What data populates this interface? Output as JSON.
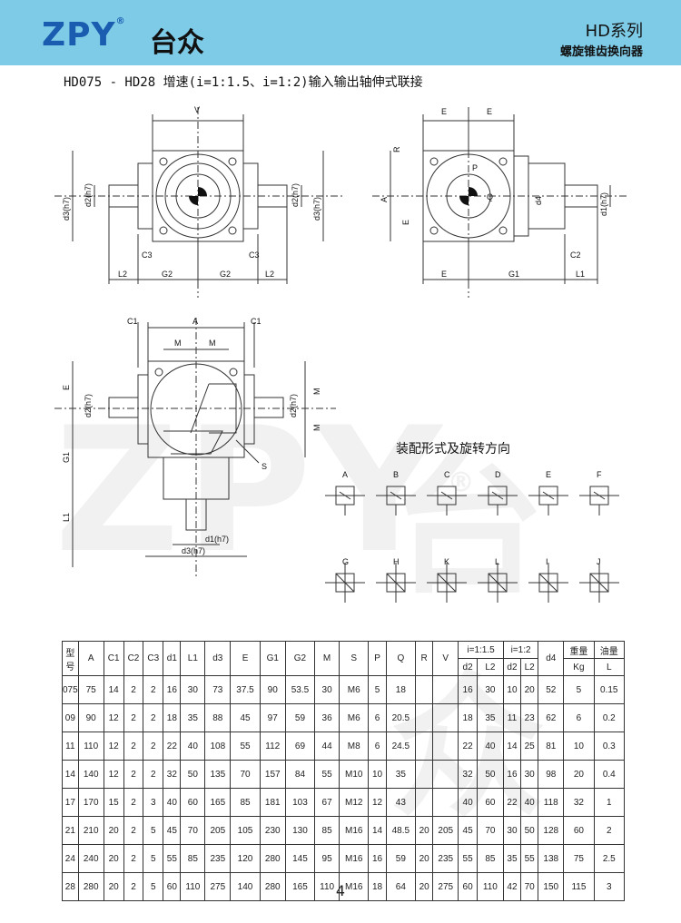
{
  "header": {
    "logo": "ZPY",
    "logo_mark": "®",
    "logo_cn": "台众",
    "series": "HD系列",
    "series_sub": "螺旋锥齿换向器"
  },
  "doc_title": "HD075 - HD28 增速(i=1:1.5、i=1:2)输入输出轴伸式联接",
  "watermark": {
    "text": "ZPY",
    "mark": "®",
    "text_cn": "台众"
  },
  "drawing1": {
    "V": "V",
    "d3": "d3(h7)",
    "d2": "d2(h7)",
    "d2b": "d2(h7)",
    "d3b": "d3(h7)",
    "C3": "C3",
    "C3b": "C3",
    "L2": "L2",
    "G2": "G2",
    "G2b": "G2",
    "L2b": "L2"
  },
  "drawing2": {
    "E": "E",
    "Eb": "E",
    "R": "R",
    "A": "A",
    "Ec": "E",
    "P": "P",
    "Q": "Q",
    "d4": "d4",
    "d1": "d1(h7)",
    "C2": "C2",
    "Ed": "E",
    "G1": "G1",
    "L1": "L1"
  },
  "drawing3": {
    "C1": "C1",
    "A": "A",
    "C1b": "C1",
    "M": "M",
    "Mb": "M",
    "E": "E",
    "d2": "d2(h7)",
    "d2b": "d2(h7)",
    "Mc": "M",
    "Md": "M",
    "G1": "G1",
    "S": "S",
    "L1": "L1",
    "d1": "d1(h7)",
    "d3": "d3(h7)"
  },
  "assembly": {
    "title": "装配形式及旋转方向",
    "row1": [
      "A",
      "B",
      "C",
      "D",
      "E",
      "F"
    ],
    "row2": [
      "G",
      "H",
      "K",
      "L",
      "I",
      "J"
    ]
  },
  "table": {
    "headers": [
      "型号",
      "A",
      "C1",
      "C2",
      "C3",
      "d1",
      "L1",
      "d3",
      "E",
      "G1",
      "G2",
      "M",
      "S",
      "P",
      "Q",
      "R",
      "V"
    ],
    "ratio_group1": "i=1:1.5",
    "ratio_group2": "i=1:2",
    "sub_headers": [
      "d2",
      "L2",
      "d2",
      "L2"
    ],
    "d4": "d4",
    "weight": "重量",
    "weight_unit": "Kg",
    "oil": "油量",
    "oil_unit": "L",
    "rows": [
      [
        "075",
        "75",
        "14",
        "2",
        "2",
        "16",
        "30",
        "73",
        "37.5",
        "90",
        "53.5",
        "30",
        "M6",
        "5",
        "18",
        "",
        "",
        "16",
        "30",
        "10",
        "20",
        "52",
        "5",
        "0.15"
      ],
      [
        "09",
        "90",
        "12",
        "2",
        "2",
        "18",
        "35",
        "88",
        "45",
        "97",
        "59",
        "36",
        "M6",
        "6",
        "20.5",
        "",
        "",
        "18",
        "35",
        "11",
        "23",
        "62",
        "6",
        "0.2"
      ],
      [
        "11",
        "110",
        "12",
        "2",
        "2",
        "22",
        "40",
        "108",
        "55",
        "112",
        "69",
        "44",
        "M8",
        "6",
        "24.5",
        "",
        "",
        "22",
        "40",
        "14",
        "25",
        "81",
        "10",
        "0.3"
      ],
      [
        "14",
        "140",
        "12",
        "2",
        "2",
        "32",
        "50",
        "135",
        "70",
        "157",
        "84",
        "55",
        "M10",
        "10",
        "35",
        "",
        "",
        "32",
        "50",
        "16",
        "30",
        "98",
        "20",
        "0.4"
      ],
      [
        "17",
        "170",
        "15",
        "2",
        "3",
        "40",
        "60",
        "165",
        "85",
        "181",
        "103",
        "67",
        "M12",
        "12",
        "43",
        "",
        "",
        "40",
        "60",
        "22",
        "40",
        "118",
        "32",
        "1"
      ],
      [
        "21",
        "210",
        "20",
        "2",
        "5",
        "45",
        "70",
        "205",
        "105",
        "230",
        "130",
        "85",
        "M16",
        "14",
        "48.5",
        "20",
        "205",
        "45",
        "70",
        "30",
        "50",
        "128",
        "60",
        "2"
      ],
      [
        "24",
        "240",
        "20",
        "2",
        "5",
        "55",
        "85",
        "235",
        "120",
        "280",
        "145",
        "95",
        "M16",
        "16",
        "59",
        "20",
        "235",
        "55",
        "85",
        "35",
        "55",
        "138",
        "75",
        "2.5"
      ],
      [
        "28",
        "280",
        "20",
        "2",
        "5",
        "60",
        "110",
        "275",
        "140",
        "280",
        "165",
        "110",
        "M16",
        "18",
        "64",
        "20",
        "275",
        "60",
        "110",
        "42",
        "70",
        "150",
        "115",
        "3"
      ]
    ]
  },
  "page_number": "4"
}
